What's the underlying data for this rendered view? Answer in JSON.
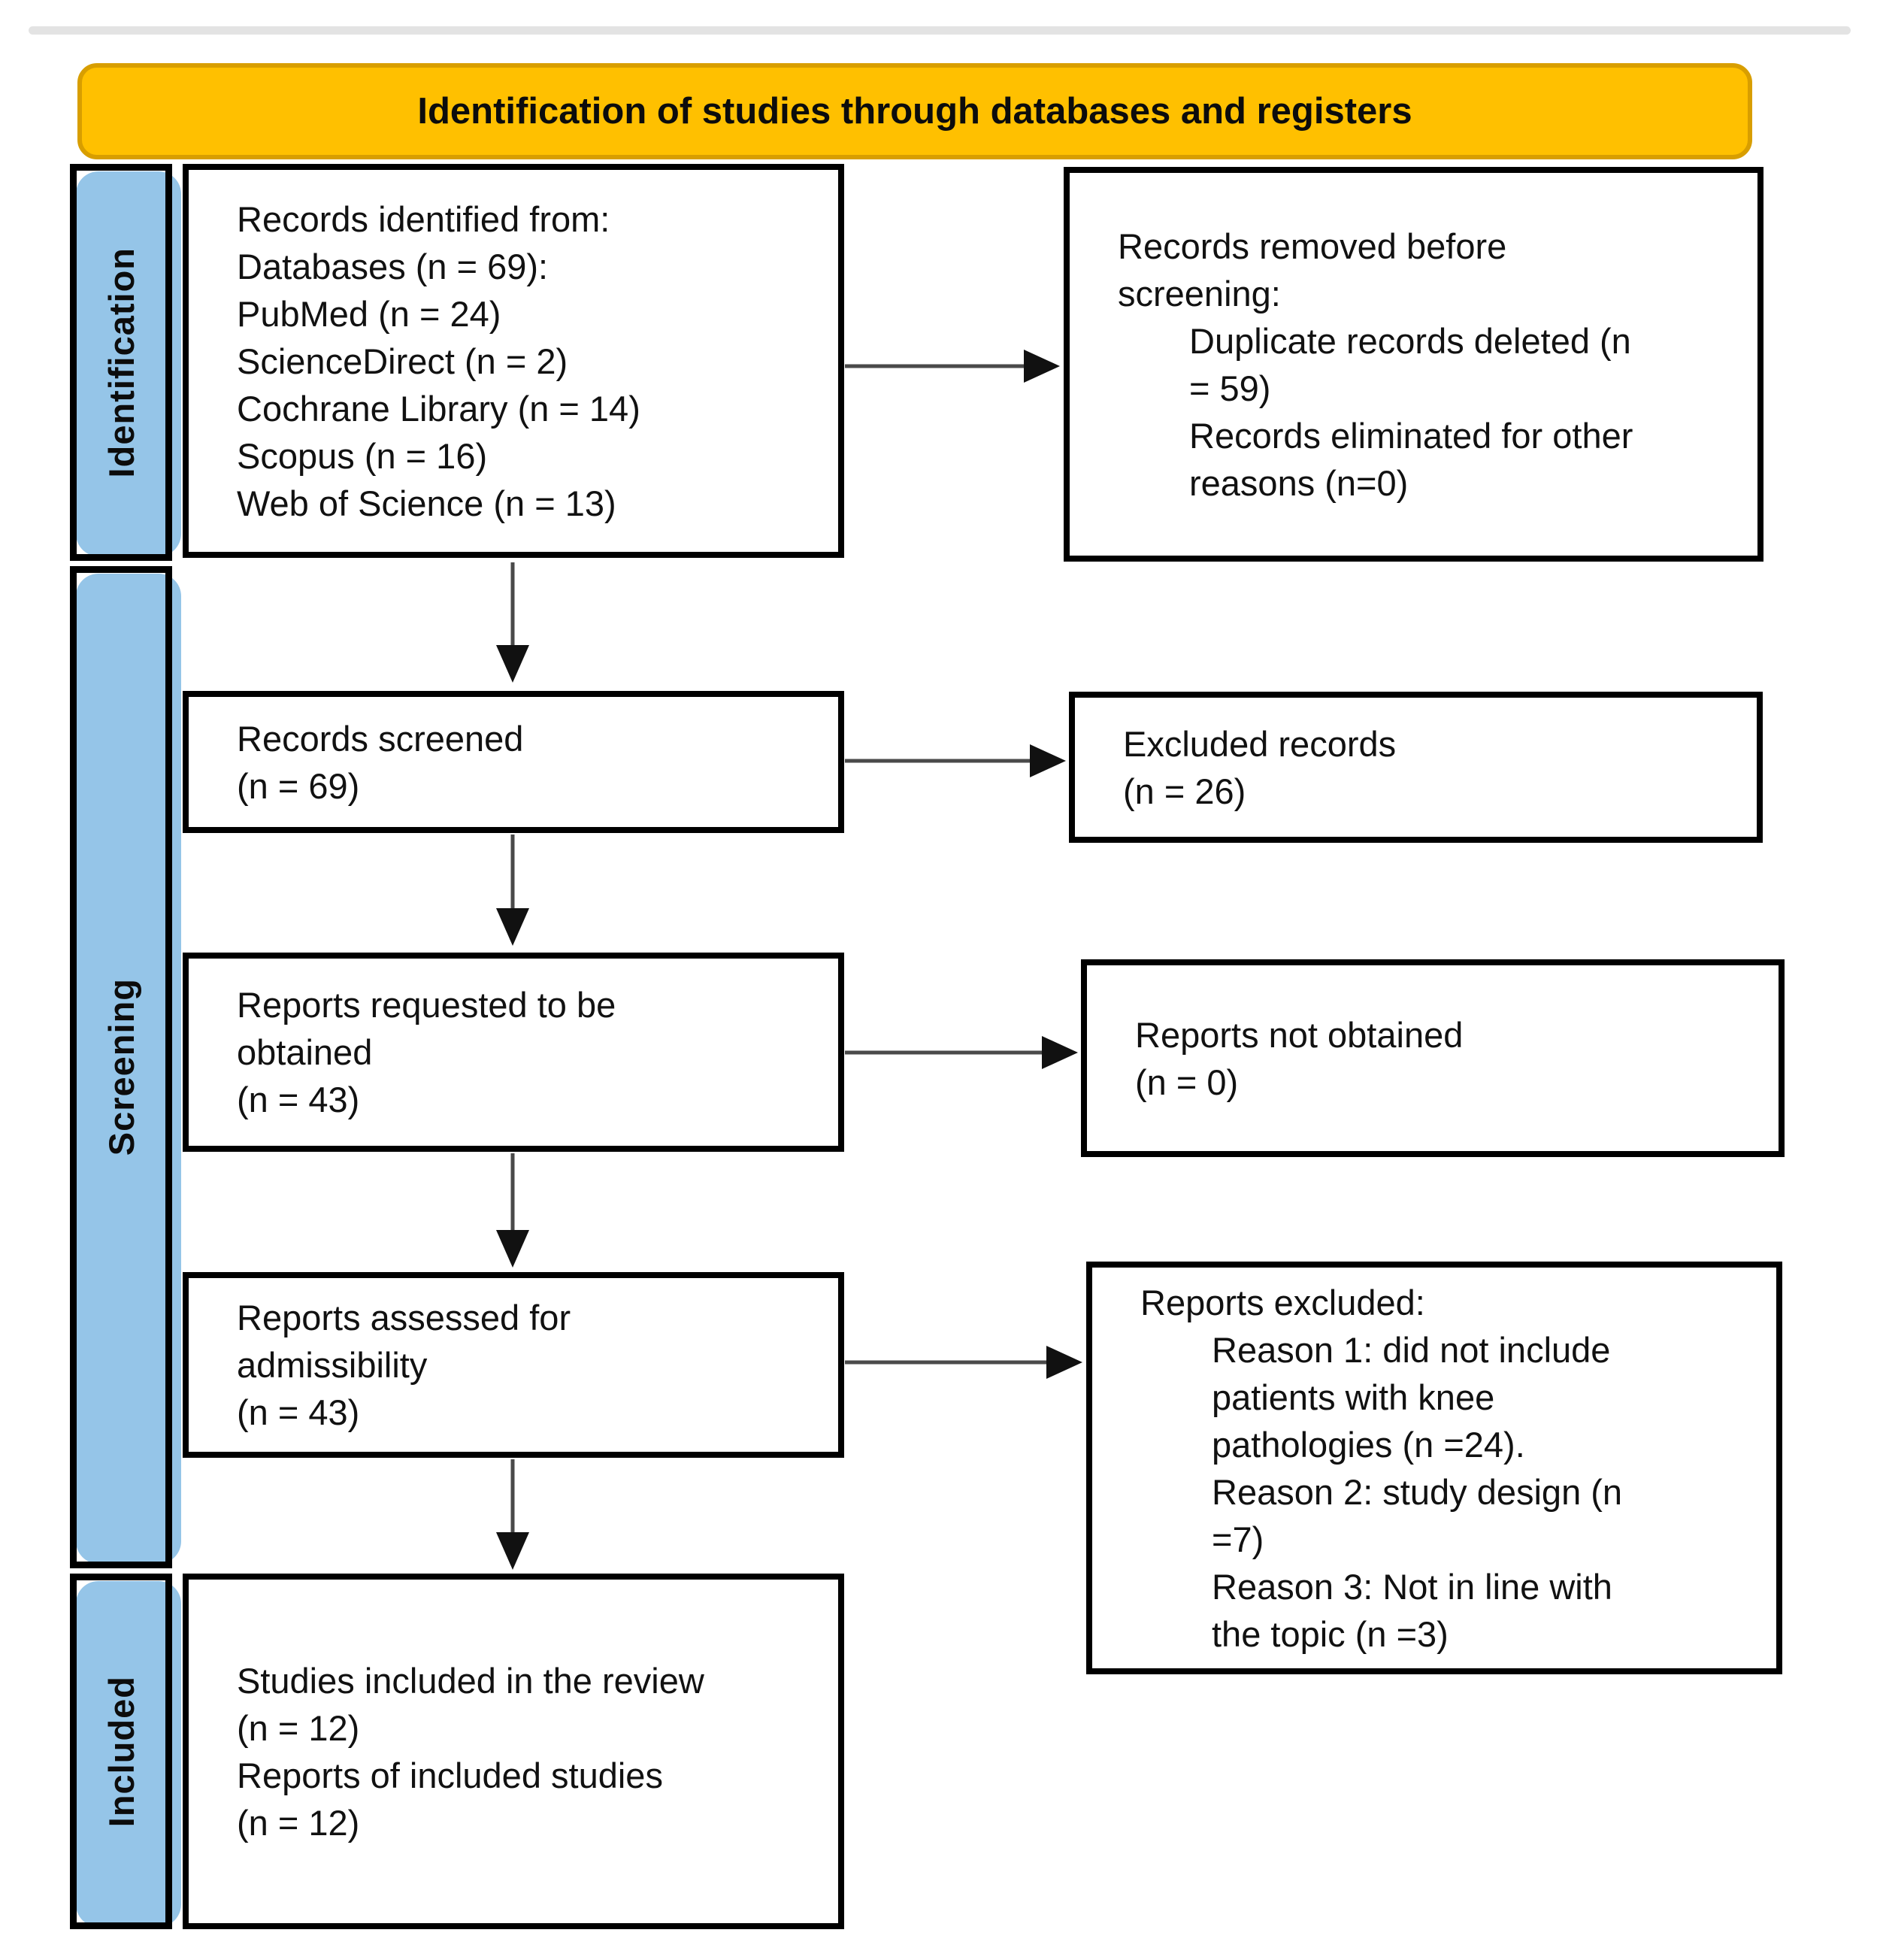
{
  "header": {
    "title": "Identification of studies through databases and registers"
  },
  "sidebar": {
    "sections": [
      {
        "label": "Identification"
      },
      {
        "label": "Screening"
      },
      {
        "label": "Included"
      }
    ]
  },
  "flow": {
    "identified": {
      "lines": [
        "Records identified from:",
        "Databases (n = 69):",
        "PubMed (n = 24)",
        "ScienceDirect (n = 2)",
        "Cochrane Library (n = 14)",
        "Scopus (n = 16)",
        "Web of Science (n = 13)"
      ]
    },
    "removed": {
      "lines": [
        "Records removed before",
        "screening:",
        "Duplicate records deleted (n",
        "= 59)",
        "Records eliminated for other",
        "reasons (n=0)"
      ]
    },
    "screened": {
      "lines": [
        "Records screened",
        "(n = 69)"
      ]
    },
    "excluded": {
      "lines": [
        "Excluded records",
        "(n = 26)"
      ]
    },
    "requested": {
      "lines": [
        "Reports requested to be",
        "obtained",
        "(n = 43)"
      ]
    },
    "not_obtained": {
      "lines": [
        "Reports not obtained",
        "(n = 0)"
      ]
    },
    "assessed": {
      "lines": [
        "Reports assessed for",
        "admissibility",
        "(n = 43)"
      ]
    },
    "reports_excluded": {
      "lines": [
        "Reports excluded:",
        "Reason 1: did not include",
        "patients with knee",
        "pathologies (n =24).",
        "Reason 2: study design (n",
        "=7)",
        "Reason 3: Not in line with",
        "the topic (n =3)"
      ]
    },
    "included_studies": {
      "lines": [
        "Studies included in the review",
        "(n = 12)",
        "Reports of included studies",
        "(n = 12)"
      ]
    }
  },
  "colors": {
    "header_fill": "#FFC000",
    "header_border": "#D89E00",
    "sidebar_fill": "#95C5E8",
    "box_border": "#000000",
    "arrow_line": "#4a4a4a",
    "arrow_head": "#111111",
    "top_bar": "#e3e3e3"
  }
}
